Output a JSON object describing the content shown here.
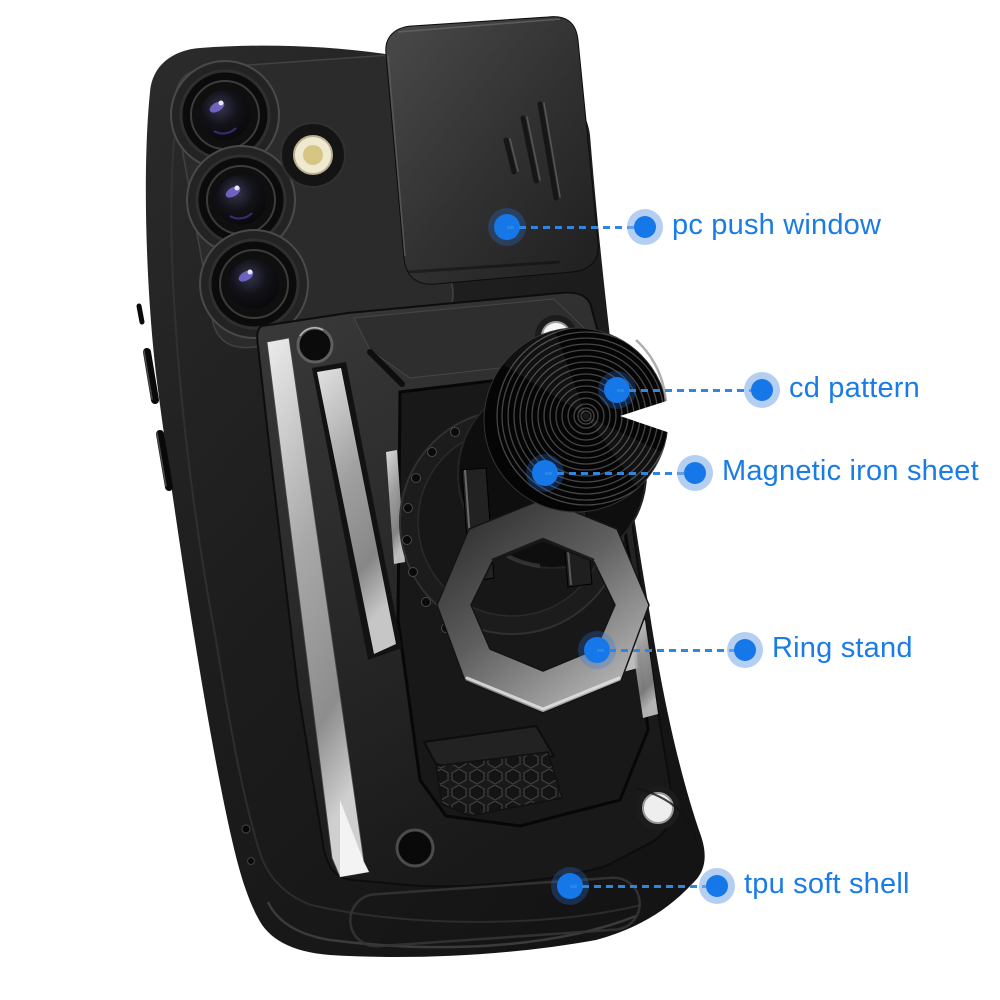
{
  "scene": {
    "background": "#ffffff",
    "product_kind": "armor-ring-phone-case-annotated"
  },
  "callouts": [
    {
      "id": "pc-push-window",
      "label": "pc push window"
    },
    {
      "id": "cd-pattern",
      "label": "cd pattern"
    },
    {
      "id": "magnetic-iron-sheet",
      "label": "Magnetic iron sheet"
    },
    {
      "id": "ring-stand",
      "label": "Ring stand"
    },
    {
      "id": "tpu-soft-shell",
      "label": "tpu soft shell"
    }
  ],
  "colors": {
    "label_text": "#1a7ce4",
    "marker_dot": "#1677e8",
    "connector_line": "#2f86e0",
    "case_black": "#1e1e1e",
    "accent_silver": "#c9c9c9",
    "flash_yellow": "#d6c684",
    "page_bg": "#ffffff"
  }
}
